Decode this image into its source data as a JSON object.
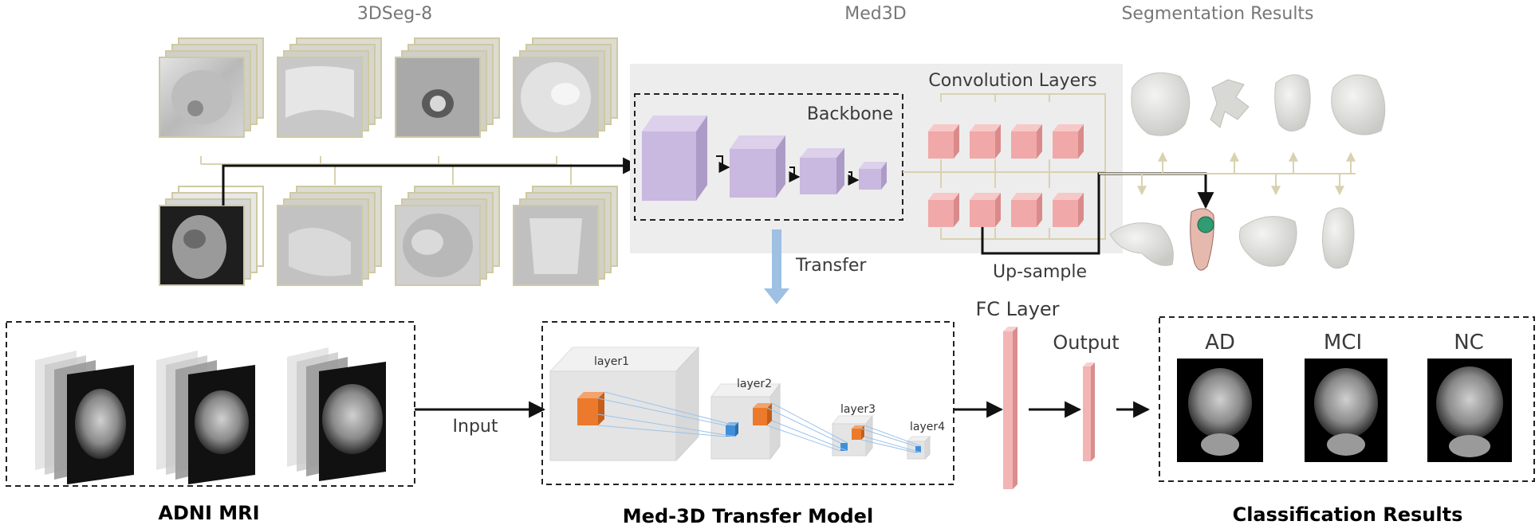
{
  "labels": {
    "dataset": "3DSeg-8",
    "med3d": "Med3D",
    "seg_results": "Segmentation Results",
    "conv_layers": "Convolution Layers",
    "backbone": "Backbone",
    "transfer": "Transfer",
    "upsample": "Up-sample",
    "fc_layer": "FC Layer",
    "output": "Output",
    "input": "Input",
    "layer1": "layer1",
    "layer2": "layer2",
    "layer3": "layer3",
    "layer4": "layer4",
    "ad": "AD",
    "mci": "MCI",
    "nc": "NC",
    "adni_mri": "ADNI MRI",
    "transfer_model": "Med-3D Transfer Model",
    "classification_results": "Classification Results"
  },
  "colors": {
    "backbone_cube": "#c9b8df",
    "conv_cube": "#f0a8a8",
    "fc_bar": "#f3b4b4",
    "med3d_panel": "#ededed",
    "transfer_arrow": "#9ec0e3",
    "kernel_orange": "#ec7a2c",
    "kernel_blue": "#3f8fd8",
    "connector": "#d8d2b0"
  }
}
